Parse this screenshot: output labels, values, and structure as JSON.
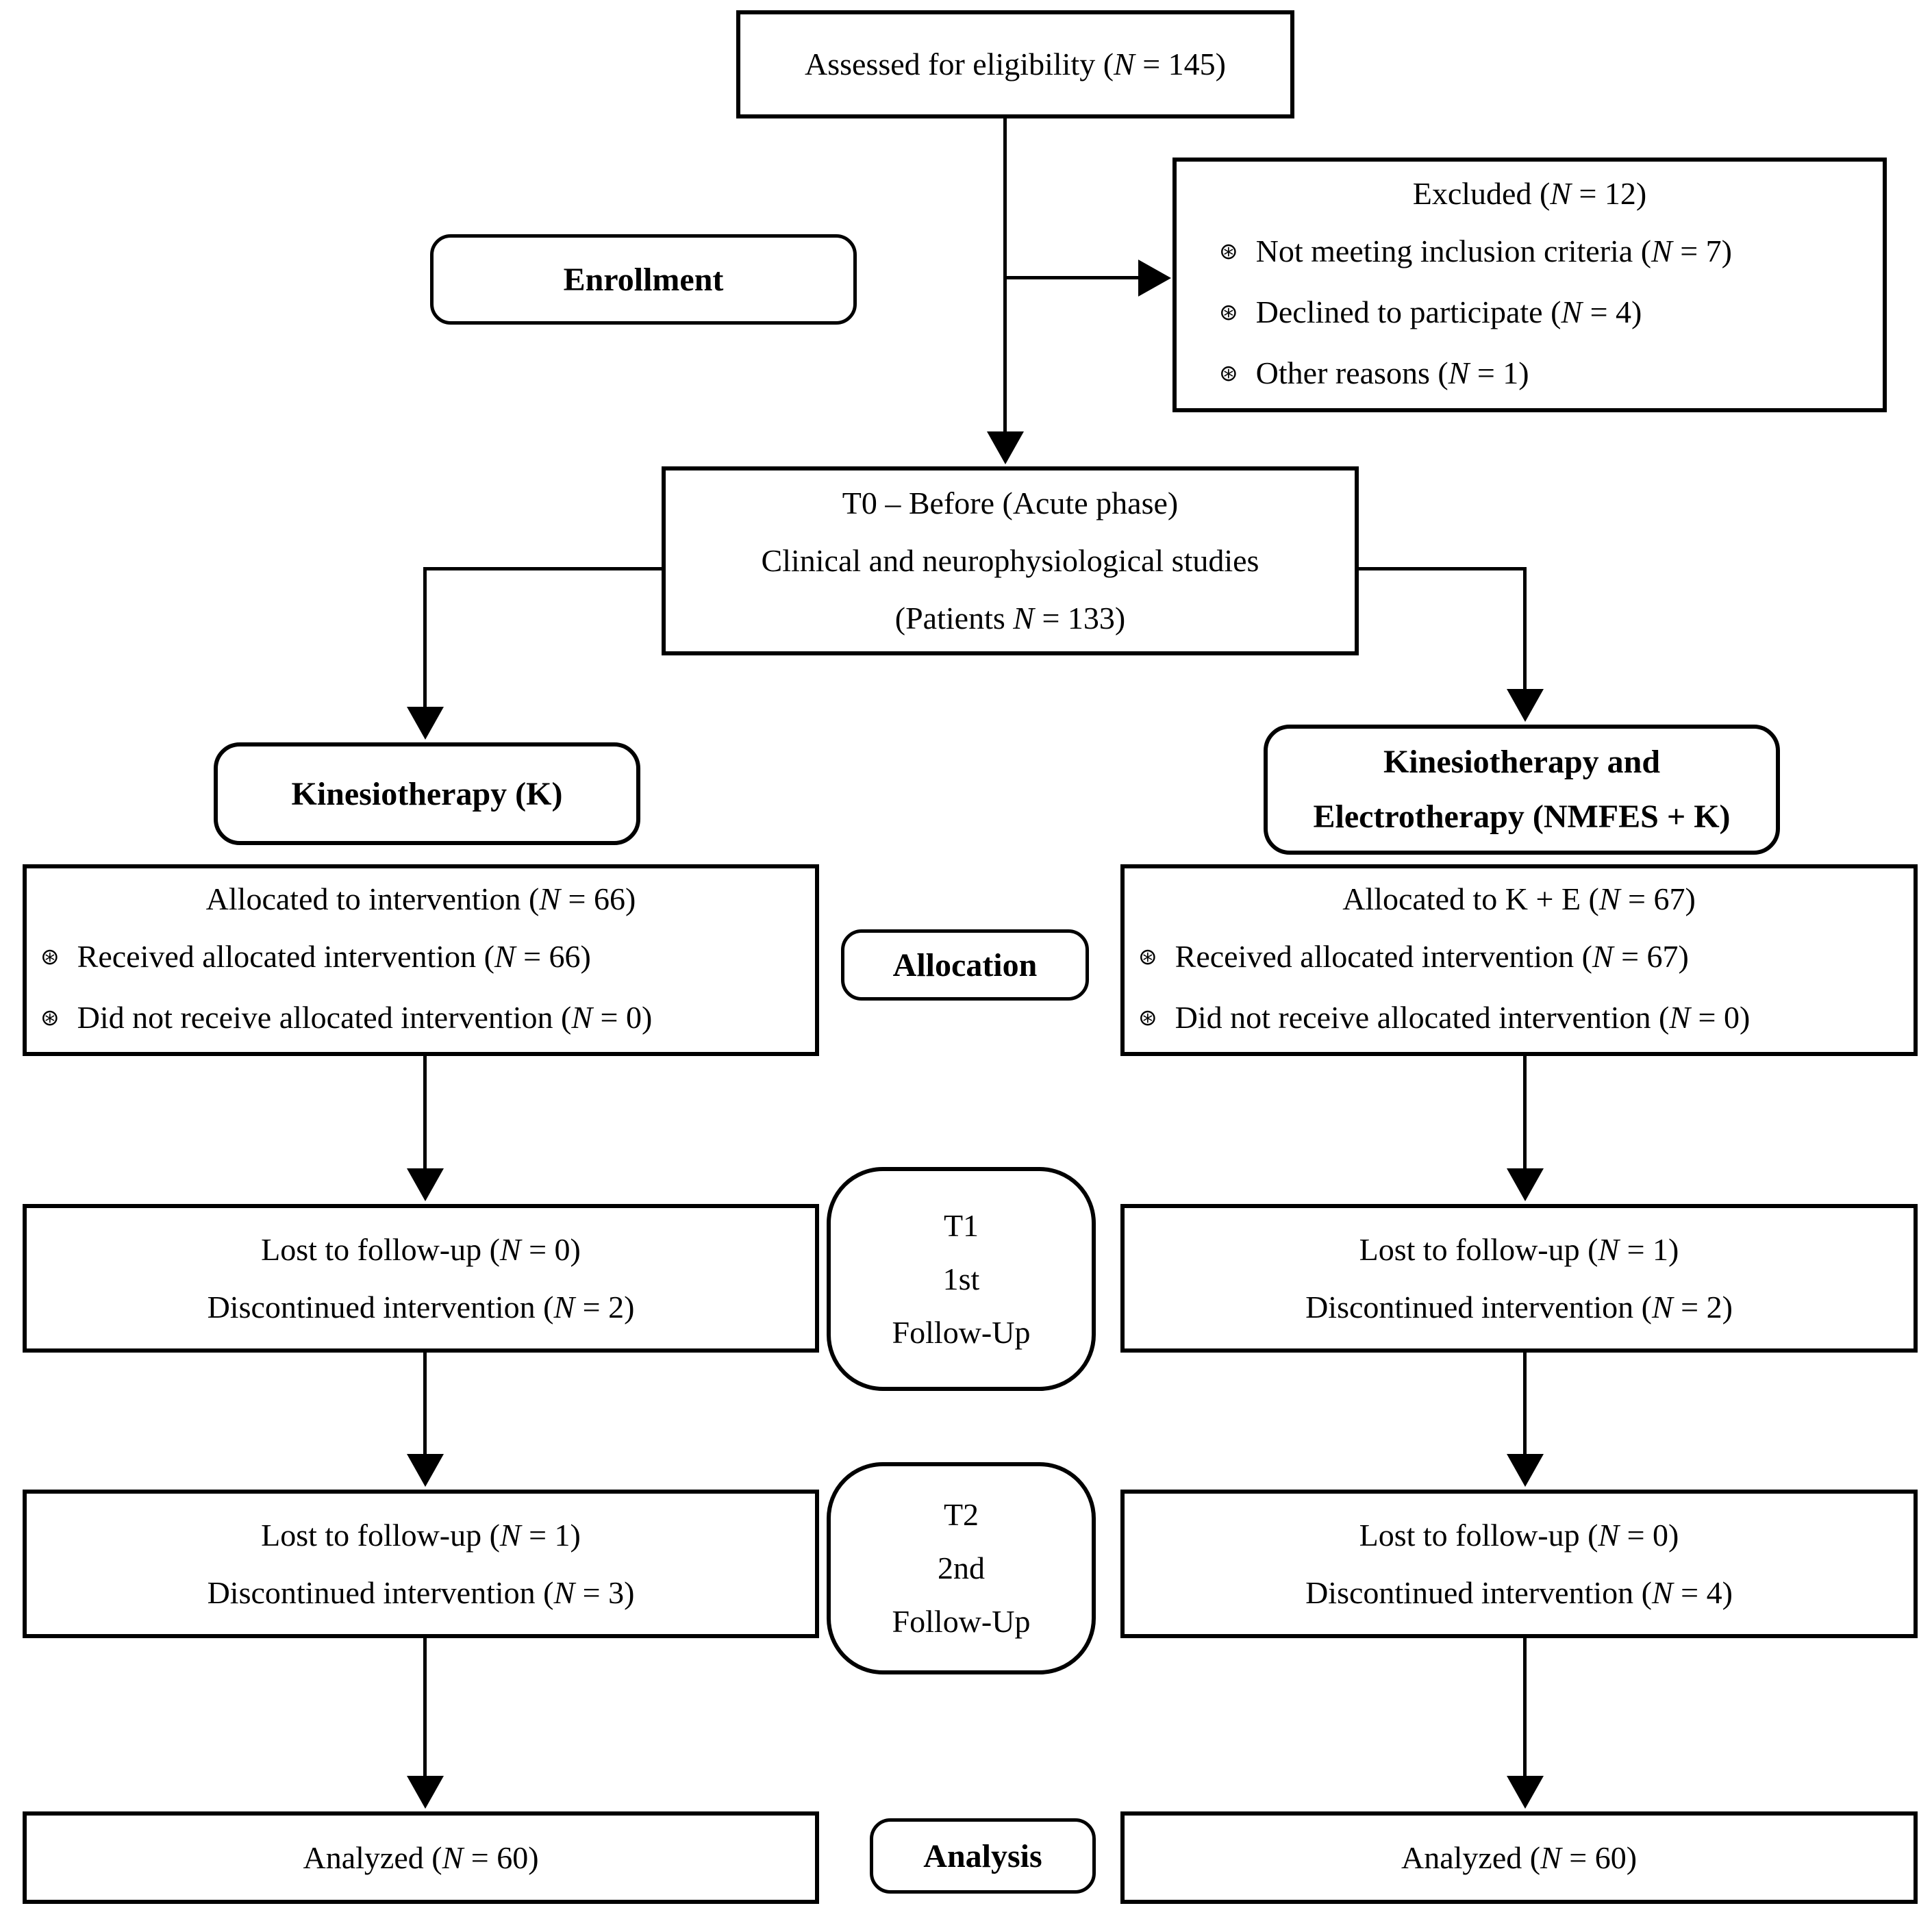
{
  "icons": {
    "bullet": "⊛"
  },
  "enrollment": {
    "assessed": "Assessed for eligibility (N = 145)",
    "stage_label": "Enrollment",
    "excluded": {
      "title": "Excluded (N = 12)",
      "items": [
        "Not meeting inclusion criteria (N = 7)",
        "Declined to participate (N = 4)",
        "Other reasons (N = 1)"
      ]
    },
    "baseline": {
      "line1": "T0 – Before (Acute phase)",
      "line2": "Clinical and neurophysiological studies",
      "line3": "(Patients N = 133)"
    }
  },
  "arms": {
    "left_header": "Kinesiotherapy (K)",
    "right_header_line1": "Kinesiotherapy and",
    "right_header_line2": "Electrotherapy (NMFES + K)"
  },
  "allocation": {
    "stage_label": "Allocation",
    "left": {
      "title": "Allocated to intervention (N = 66)",
      "items": [
        "Received allocated intervention (N = 66)",
        "Did not receive allocated intervention (N = 0)"
      ]
    },
    "right": {
      "title": "Allocated to K + E (N = 67)",
      "items": [
        "Received allocated intervention (N = 67)",
        "Did not receive allocated intervention (N = 0)"
      ]
    }
  },
  "followup1": {
    "stage_label": [
      "T1",
      "1st",
      "Follow-Up"
    ],
    "left": {
      "line1": "Lost to follow-up (N = 0)",
      "line2": "Discontinued intervention (N = 2)"
    },
    "right": {
      "line1": "Lost to follow-up (N = 1)",
      "line2": "Discontinued intervention (N = 2)"
    }
  },
  "followup2": {
    "stage_label": [
      "T2",
      "2nd",
      "Follow-Up"
    ],
    "left": {
      "line1": "Lost to follow-up (N = 1)",
      "line2": "Discontinued intervention (N = 3)"
    },
    "right": {
      "line1": "Lost to follow-up (N = 0)",
      "line2": "Discontinued intervention (N = 4)"
    }
  },
  "analysis": {
    "stage_label": "Analysis",
    "left": "Analyzed (N = 60)",
    "right": "Analyzed (N = 60)"
  }
}
